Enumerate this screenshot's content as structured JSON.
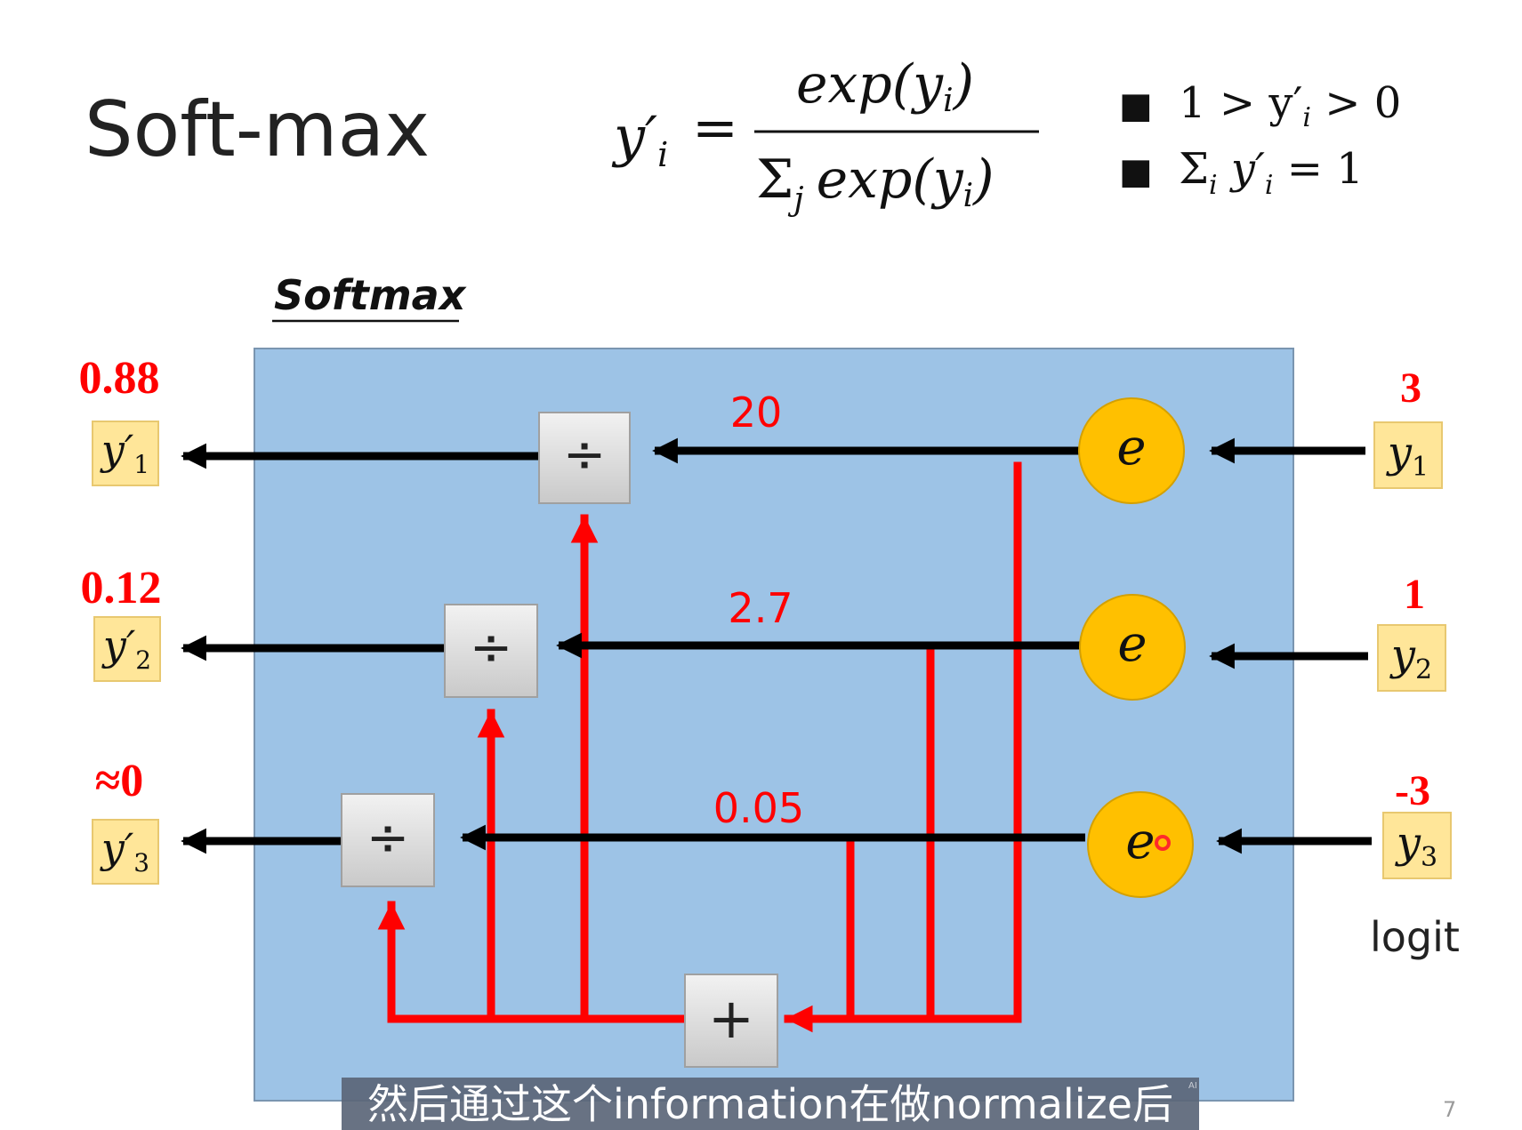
{
  "slide": {
    "title": "Soft-max",
    "page_number": "7",
    "subtitle_caption": "然后通过这个information在做normalize后",
    "ai_mark": "AI"
  },
  "formula": {
    "lhs": "y′",
    "lhs_sub": "i",
    "equals": "=",
    "numerator": "exp(y",
    "numerator_sub": "i",
    "numerator_close": ")",
    "denominator_sigma": "Σ",
    "denominator_sigma_sub": "j",
    "denominator": "exp(y",
    "denominator_sub": "i",
    "denominator_close": ")"
  },
  "conditions": [
    {
      "bullet": "■",
      "parts": [
        "1 > y′",
        "i",
        " > 0"
      ]
    },
    {
      "bullet": "■",
      "parts": [
        "Σ",
        "i",
        " y′",
        "i",
        "  = 1"
      ]
    }
  ],
  "diagram": {
    "heading": "Softmax",
    "divide_symbol": "÷",
    "sum_symbol": "+",
    "exp_symbol": "e",
    "logit_label": "logit",
    "colors": {
      "panel": "#9dc3e6",
      "exp_node": "#ffc000",
      "label_box": "#ffe699",
      "arrow_black": "#000000",
      "arrow_red": "#ff0000",
      "value_red": "#ff0000"
    },
    "rows": [
      {
        "input_var": "y",
        "input_sub": "1",
        "input_value": "3",
        "exp_value": "20",
        "output_var": "y′",
        "output_sub": "1",
        "output_value": "0.88"
      },
      {
        "input_var": "y",
        "input_sub": "2",
        "input_value": "1",
        "exp_value": "2.7",
        "output_var": "y′",
        "output_sub": "2",
        "output_value": "0.12"
      },
      {
        "input_var": "y",
        "input_sub": "3",
        "input_value": "-3",
        "exp_value": "0.05",
        "output_var": "y′",
        "output_sub": "3",
        "output_value": "≈0"
      }
    ]
  }
}
